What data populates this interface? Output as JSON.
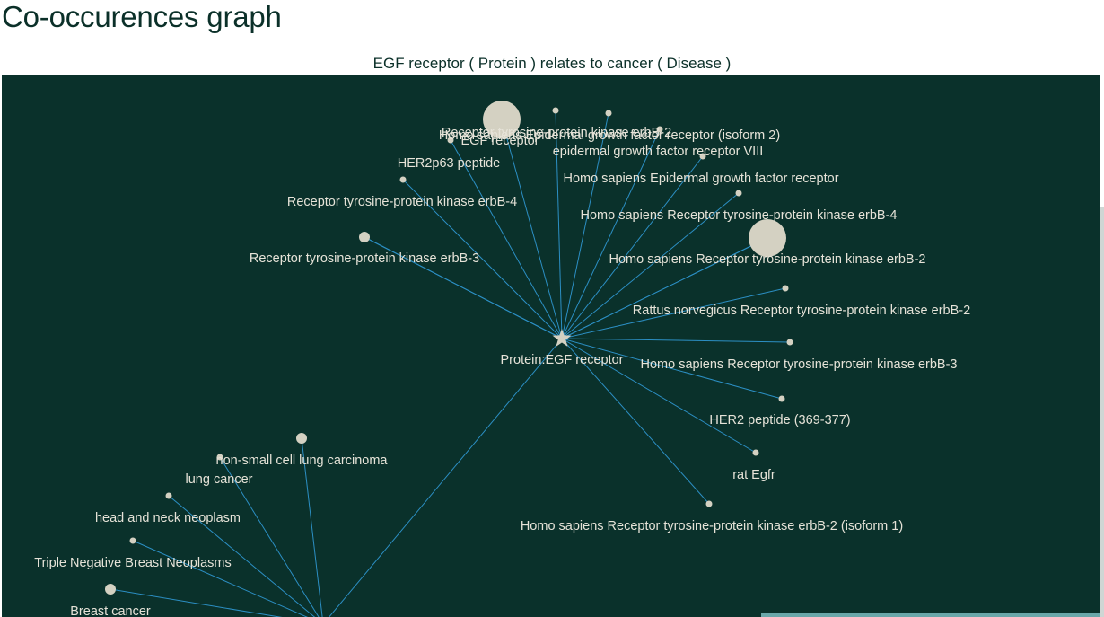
{
  "page": {
    "title": "Co-occurences graph",
    "caption": "EGF receptor ( Protein ) relates to cancer ( Disease )"
  },
  "colors": {
    "background": "#0a312b",
    "edge": "#2c8fc4",
    "node": "#d4d1c2",
    "label": "#e6e3d8",
    "title": "#0b3029"
  },
  "graph": {
    "center": {
      "label": "Protein:EGF receptor",
      "icon": "star-icon"
    },
    "protein_nodes": [
      {
        "label": "Receptor tyrosine-protein kinase erbB-2",
        "size": "large"
      },
      {
        "label": "Homo sapiens Epidermal growth factor receptor (isoform 2)",
        "size": "small"
      },
      {
        "label": "EGF receptor",
        "size": "small"
      },
      {
        "label": "epidermal growth factor receptor VIII",
        "size": "small"
      },
      {
        "label": "HER2p63 peptide",
        "size": "small"
      },
      {
        "label": "Homo sapiens Epidermal growth factor receptor",
        "size": "small"
      },
      {
        "label": "Receptor tyrosine-protein kinase erbB-4",
        "size": "small"
      },
      {
        "label": "Homo sapiens Receptor tyrosine-protein kinase erbB-4",
        "size": "small"
      },
      {
        "label": "Receptor tyrosine-protein kinase erbB-3",
        "size": "medium"
      },
      {
        "label": "Homo sapiens Receptor tyrosine-protein kinase erbB-2",
        "size": "large"
      },
      {
        "label": "Rattus norvegicus Receptor tyrosine-protein kinase erbB-2",
        "size": "small"
      },
      {
        "label": "Homo sapiens Receptor tyrosine-protein kinase erbB-3",
        "size": "small"
      },
      {
        "label": "HER2 peptide (369-377)",
        "size": "small"
      },
      {
        "label": "rat Egfr",
        "size": "small"
      },
      {
        "label": "Homo sapiens Receptor tyrosine-protein kinase erbB-2 (isoform 1)",
        "size": "small"
      }
    ],
    "disease_nodes": [
      {
        "label": "non-small cell lung carcinoma",
        "size": "medium"
      },
      {
        "label": "lung cancer",
        "size": "small"
      },
      {
        "label": "head and neck neoplasm",
        "size": "small"
      },
      {
        "label": "Triple Negative Breast Neoplasms",
        "size": "small"
      },
      {
        "label": "Breast cancer",
        "size": "medium"
      }
    ]
  }
}
